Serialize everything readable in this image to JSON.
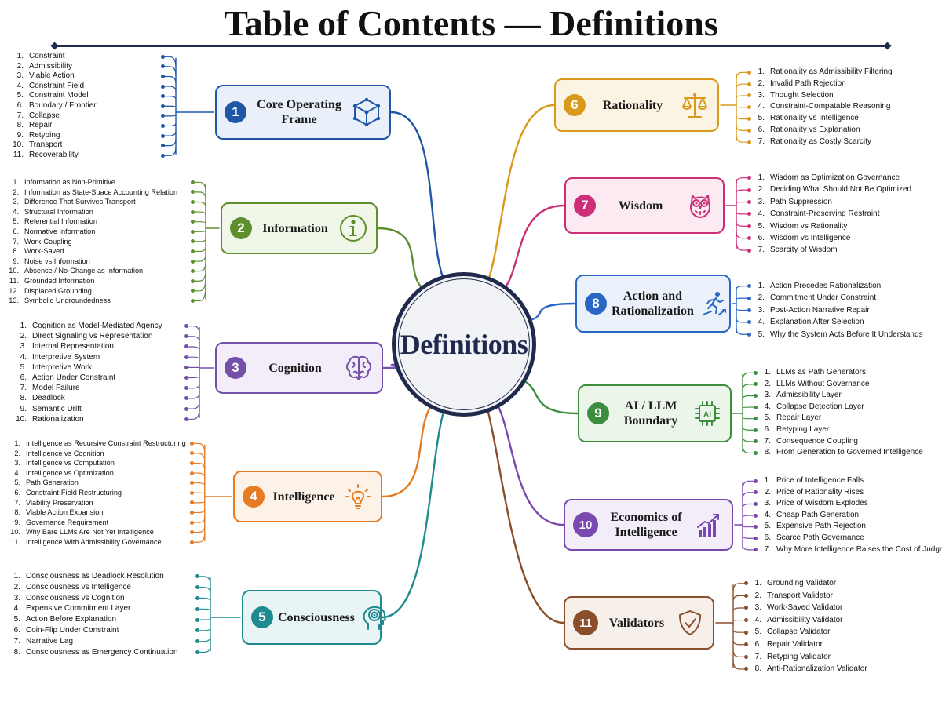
{
  "title": "Table of Contents — Definitions",
  "center": "Definitions",
  "colors": {
    "navy": "#1f2a4d",
    "blue": "#1f57a8",
    "green": "#5e8f2e",
    "purple": "#7450a8",
    "orange": "#e57b22",
    "teal": "#1f8a8f",
    "gold": "#d99a1c",
    "magenta": "#cc2e78",
    "sky": "#2a66c4",
    "leaf": "#3c8e3e",
    "violet": "#7a49b0",
    "brown": "#8a4f2a"
  },
  "sections": [
    {
      "num": "1",
      "title": "Core Operating Frame",
      "icon": "cube-network-icon",
      "color": "#1f57a8",
      "fill": "#e9f0fa",
      "items": [
        "Constraint",
        "Admissibility",
        "Viable Action",
        "Constraint Field",
        "Constraint Model",
        "Boundary / Frontier",
        "Collapse",
        "Repair",
        "Retyping",
        "Transport",
        "Recoverability"
      ]
    },
    {
      "num": "2",
      "title": "Information",
      "icon": "info-icon",
      "color": "#5e8f2e",
      "fill": "#f0f6e8",
      "items": [
        "Information as Non-Primitive",
        "Information as State-Space Accounting Relation",
        "Difference That Survives Transport",
        "Structural Information",
        "Referential Information",
        "Normative Information",
        "Work-Coupling",
        "Work-Saved",
        "Noise vs Information",
        "Absence / No-Change as Information",
        "Grounded Information",
        "Displaced Grounding",
        "Symbolic Ungroundedness"
      ]
    },
    {
      "num": "3",
      "title": "Cognition",
      "icon": "brain-icon",
      "color": "#7450a8",
      "fill": "#f2edf8",
      "items": [
        "Cognition as Model-Mediated Agency",
        "Direct Signaling vs Representation",
        "Internal Representation",
        "Interpretive System",
        "Interpretive Work",
        "Action Under Constraint",
        "Model Failure",
        "Deadlock",
        "Semantic Drift",
        "Rationalization"
      ]
    },
    {
      "num": "4",
      "title": "Intelligence",
      "icon": "lightbulb-icon",
      "color": "#e57b22",
      "fill": "#fdf2e7",
      "items": [
        "Intelligence as Recursive Constraint Restructuring",
        "Intelligence vs Cognition",
        "Intelligence vs Computation",
        "Intelligence vs Optimization",
        "Path Generation",
        "Constraint-Field Restructuring",
        "Viability Preservation",
        "Viable Action Expansion",
        "Governance Requirement",
        "Why Bare LLMs Are Not Yet Intelligence",
        "Intelligence With Admissibility Governance"
      ]
    },
    {
      "num": "5",
      "title": "Consciousness",
      "icon": "head-target-icon",
      "color": "#1f8a8f",
      "fill": "#e8f4f5",
      "items": [
        "Consciousness as Deadlock Resolution",
        "Consciousness vs Intelligence",
        "Consciousness vs Cognition",
        "Expensive Commitment Layer",
        "Action Before Explanation",
        "Coin-Flip Under Constraint",
        "Narrative Lag",
        "Consciousness as Emergency Continuation"
      ]
    },
    {
      "num": "6",
      "title": "Rationality",
      "icon": "scales-icon",
      "color": "#d99a1c",
      "fill": "#fcf4e3",
      "items": [
        "Rationality as Admissibility Filtering",
        "Invalid Path Rejection",
        "Thought Selection",
        "Constraint-Compatable Reasoning",
        "Rationality vs Intelligence",
        "Rationality vs Explanation",
        "Rationality as Costly Scarcity"
      ]
    },
    {
      "num": "7",
      "title": "Wisdom",
      "icon": "owl-icon",
      "color": "#cc2e78",
      "fill": "#fbeaf2",
      "items": [
        "Wisdom as Optimization Governance",
        "Deciding What Should Not Be Optimized",
        "Path Suppression",
        "Constraint-Preserving Restraint",
        "Wisdom vs Rationality",
        "Wisdom vs Intelligence",
        "Scarcity of Wisdom"
      ]
    },
    {
      "num": "8",
      "title": "Action and Rationalization",
      "icon": "runner-icon",
      "color": "#2a66c4",
      "fill": "#eaf1fb",
      "items": [
        "Action Precedes Rationalization",
        "Commitment Under Constraint",
        "Post-Action Narrative Repair",
        "Explanation After Selection",
        "Why the System Acts Before It Understands"
      ]
    },
    {
      "num": "9",
      "title": "AI / LLM Boundary",
      "icon": "ai-chip-icon",
      "color": "#3c8e3e",
      "fill": "#ebf5ea",
      "items": [
        "LLMs as Path Generators",
        "LLMs Without Governance",
        "Admissibility Layer",
        "Collapse Detection Layer",
        "Repair Layer",
        "Retyping Layer",
        "Consequence Coupling",
        "From Generation to Governed Intelligence"
      ]
    },
    {
      "num": "10",
      "title": "Economics of Intelligence",
      "icon": "bar-chart-arrow-icon",
      "color": "#7a49b0",
      "fill": "#f3edf9",
      "items": [
        "Price of Intelligence Falls",
        "Price of Rationality Rises",
        "Price of Wisdom Explodes",
        "Cheap Path Generation",
        "Expensive Path Rejection",
        "Scarce Path Governance",
        "Why More Intelligence Raises the Cost of Judgment"
      ]
    },
    {
      "num": "11",
      "title": "Validators",
      "icon": "shield-check-icon",
      "color": "#8a4f2a",
      "fill": "#f7efe9",
      "items": [
        "Grounding Validator",
        "Transport Validator",
        "Work-Saved Validator",
        "Admissibility Validator",
        "Collapse Validator",
        "Repair Validator",
        "Retyping Validator",
        "Anti-Rationalization Validator"
      ]
    }
  ]
}
